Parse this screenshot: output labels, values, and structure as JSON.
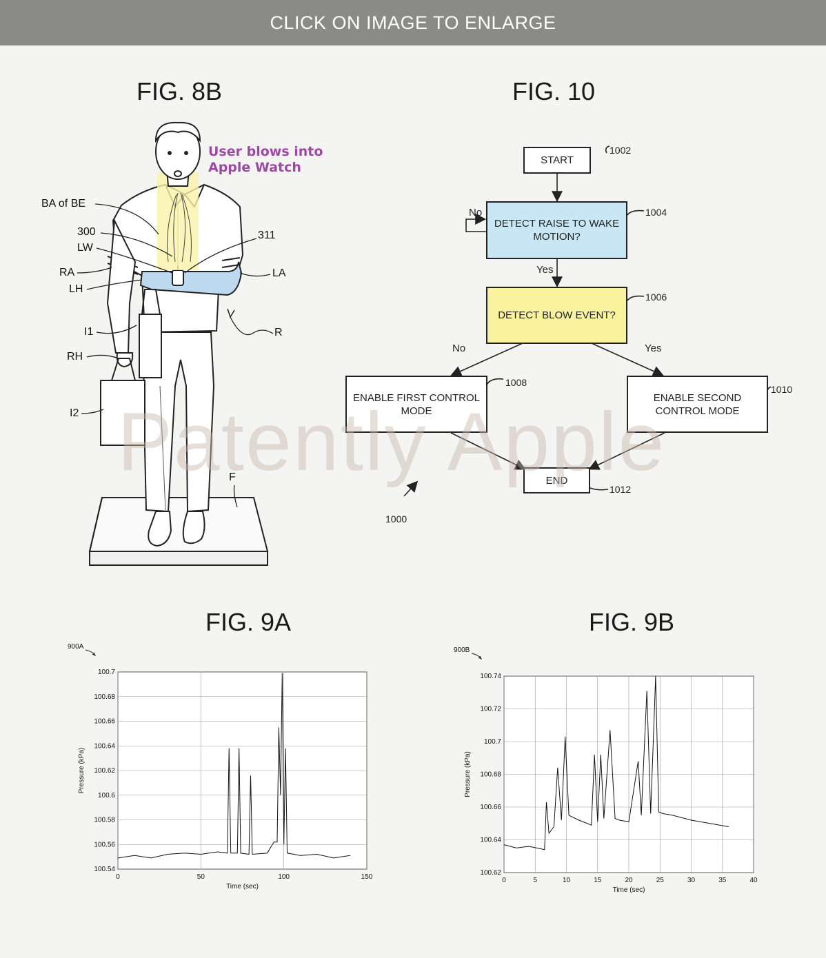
{
  "banner": {
    "text": "CLICK ON IMAGE TO ENLARGE"
  },
  "watermark": "Patently Apple",
  "fig8b": {
    "title": "FIG. 8B",
    "caption_line1": "User blows into",
    "caption_line2": "Apple Watch",
    "labels": {
      "ba": "BA of BE",
      "n300": "300",
      "lw": "LW",
      "ra": "RA",
      "lh": "LH",
      "i1": "I1",
      "rh": "RH",
      "i2": "I2",
      "n311": "311",
      "la": "LA",
      "r": "R",
      "f": "F"
    },
    "colors": {
      "arm": "#bcd9f0",
      "breath": "#fbf2a8",
      "caption": "#9a4aa0"
    }
  },
  "fig10": {
    "title": "FIG. 10",
    "start": "START",
    "detect_raise": "DETECT RAISE TO WAKE MOTION?",
    "detect_blow": "DETECT BLOW EVENT?",
    "first_mode": "ENABLE FIRST CONTROL MODE",
    "second_mode": "ENABLE SECOND CONTROL MODE",
    "end": "END",
    "no": "No",
    "yes": "Yes",
    "refs": {
      "r1002": "1002",
      "r1004": "1004",
      "r1006": "1006",
      "r1008": "1008",
      "r1010": "1010",
      "r1012": "1012",
      "r1000": "1000"
    },
    "colors": {
      "raise": "#c8e6f3",
      "blow": "#f9f3a0"
    }
  },
  "fig9a": {
    "title": "FIG. 9A",
    "ref": "900A"
  },
  "fig9b": {
    "title": "FIG. 9B",
    "ref": "900B"
  },
  "chart_data": [
    {
      "type": "line",
      "xlabel": "Time (sec)",
      "ylabel": "Pressure (kPa)",
      "xlim": [
        0,
        150
      ],
      "ylim": [
        100.54,
        100.7
      ],
      "xticks": [
        0,
        50,
        100,
        150
      ],
      "yticks": [
        100.54,
        100.56,
        100.58,
        100.6,
        100.62,
        100.64,
        100.66,
        100.68,
        100.7
      ],
      "ytick_labels": [
        "100.54",
        "100.56",
        "100.58",
        "100.6",
        "100.62",
        "100.64",
        "100.66",
        "100.68",
        "100.7"
      ],
      "grid": true,
      "x": [
        0,
        10,
        20,
        30,
        40,
        50,
        60,
        66,
        67,
        68,
        72,
        73,
        74,
        79,
        80,
        81,
        90,
        94,
        96,
        97,
        98,
        99,
        100,
        101,
        102,
        110,
        120,
        130,
        140
      ],
      "y": [
        100.549,
        100.551,
        100.549,
        100.552,
        100.553,
        100.552,
        100.554,
        100.553,
        100.638,
        100.553,
        100.553,
        100.638,
        100.553,
        100.552,
        100.616,
        100.552,
        100.553,
        100.562,
        100.562,
        100.655,
        100.6,
        100.699,
        100.56,
        100.638,
        100.553,
        100.551,
        100.552,
        100.549,
        100.551
      ]
    },
    {
      "type": "line",
      "xlabel": "Time (sec)",
      "ylabel": "Pressure (kPa)",
      "xlim": [
        0,
        40
      ],
      "ylim": [
        100.62,
        100.74
      ],
      "xticks": [
        0,
        5,
        10,
        15,
        20,
        25,
        30,
        35,
        40
      ],
      "yticks": [
        100.62,
        100.64,
        100.66,
        100.68,
        100.7,
        100.72,
        100.74
      ],
      "ytick_labels": [
        "100.62",
        "100.64",
        "100.66",
        "100.68",
        "100.7",
        "100.72",
        "100.74"
      ],
      "grid": true,
      "x": [
        0,
        2,
        4,
        6.5,
        6.8,
        7.2,
        8,
        8.6,
        9.2,
        9.8,
        10.4,
        12,
        14,
        14.5,
        15,
        15.5,
        16,
        17,
        17.8,
        18.5,
        20,
        21.5,
        22,
        22.9,
        23.5,
        24.3,
        24.8,
        25.5,
        27,
        30,
        33,
        36
      ],
      "y": [
        100.637,
        100.635,
        100.636,
        100.634,
        100.663,
        100.644,
        100.648,
        100.684,
        100.652,
        100.703,
        100.655,
        100.652,
        100.649,
        100.692,
        100.651,
        100.692,
        100.653,
        100.707,
        100.653,
        100.652,
        100.651,
        100.688,
        100.655,
        100.731,
        100.656,
        100.74,
        100.657,
        100.656,
        100.655,
        100.652,
        100.65,
        100.648
      ]
    }
  ]
}
